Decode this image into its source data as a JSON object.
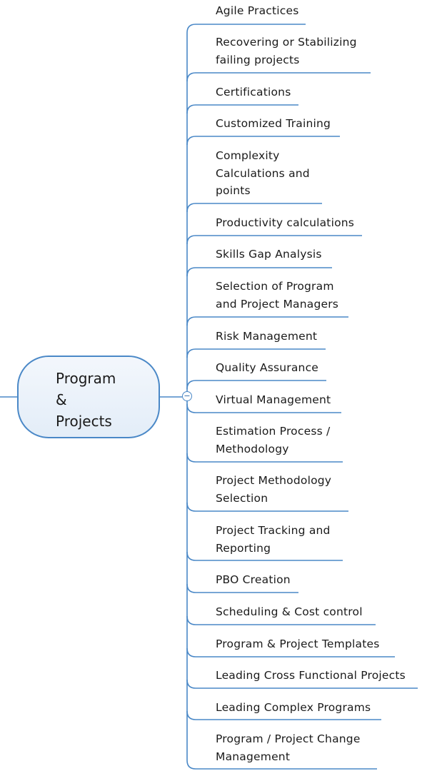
{
  "central_topic": {
    "label": "Program\n&\nProjects"
  },
  "collapse_button": {
    "symbol": "−"
  },
  "colors": {
    "connector": "#4a88c7",
    "node_border": "#4a88c7",
    "node_fill": "#e8f0f9",
    "text": "#1a1a1a"
  },
  "subtopics": [
    {
      "label": "Agile Practices"
    },
    {
      "label": "Recovering or Stabilizing failing projects"
    },
    {
      "label": "Certifications"
    },
    {
      "label": "Customized Training"
    },
    {
      "label": "Complexity Calculations and points"
    },
    {
      "label": "Productivity calculations"
    },
    {
      "label": "Skills Gap Analysis"
    },
    {
      "label": "Selection of Program and Project Managers"
    },
    {
      "label": "Risk Management"
    },
    {
      "label": "Quality Assurance"
    },
    {
      "label": "Virtual Management"
    },
    {
      "label": "Estimation Process / Methodology"
    },
    {
      "label": "Project Methodology Selection"
    },
    {
      "label": "Project Tracking and Reporting"
    },
    {
      "label": "PBO Creation"
    },
    {
      "label": "Scheduling & Cost control"
    },
    {
      "label": "Program & Project Templates"
    },
    {
      "label": "Leading Cross Functional Projects"
    },
    {
      "label": "Leading Complex Programs"
    },
    {
      "label": "Program / Project Change Management"
    }
  ]
}
